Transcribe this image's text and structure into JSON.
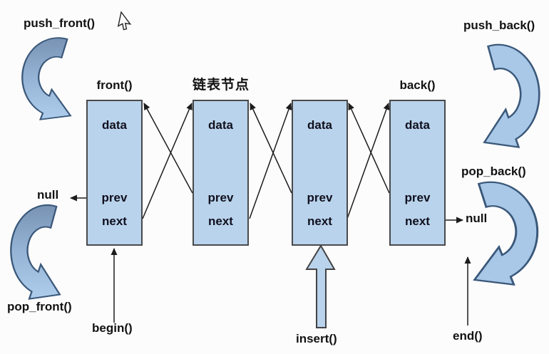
{
  "labels": {
    "push_front": "push_front()",
    "front": "front()",
    "node_title": "链表节点",
    "back": "back()",
    "push_back": "push_back()",
    "pop_back": "pop_back()",
    "null_left": "null",
    "null_right": "null",
    "pop_front": "pop_front()",
    "begin": "begin()",
    "insert": "insert()",
    "end": "end()"
  },
  "nodes": [
    {
      "data": "data",
      "prev": "prev",
      "next": "next"
    },
    {
      "data": "data",
      "prev": "prev",
      "next": "next"
    },
    {
      "data": "data",
      "prev": "prev",
      "next": "next"
    },
    {
      "data": "data",
      "prev": "prev",
      "next": "next"
    }
  ],
  "colors": {
    "node_fill": "#b9d3ec",
    "node_border": "#49494b",
    "arrow_fill": "#a9c7e6",
    "arrow_fill_dark": "#7893b4",
    "arrow_outline": "#3a587a",
    "pointer_line": "#1c1c1c",
    "background": "#fcfcfc"
  },
  "icons": {
    "cursor": "mouse-pointer-icon"
  }
}
